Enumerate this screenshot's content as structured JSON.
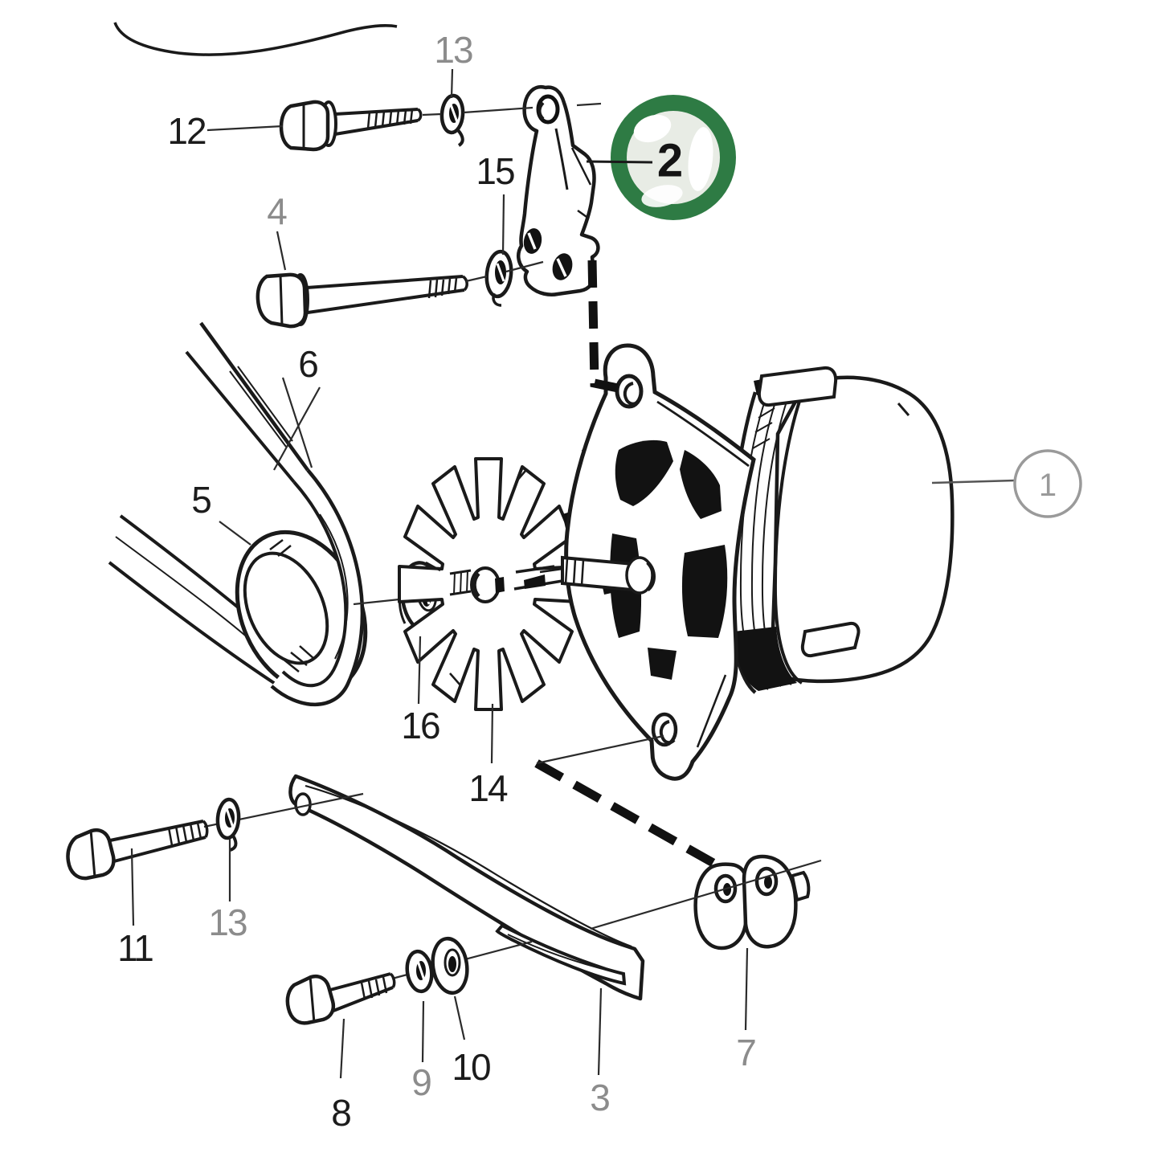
{
  "diagram": {
    "description": "Exploded line-art parts diagram of an alternator assembly with mounting hardware; callout 2 is highlighted with a green magnifier ring and callout 1 is shown in an outlined circle.",
    "background_color": "#ffffff",
    "line_color": "#1a1a1a",
    "label_color_black": "#1c1c1c",
    "label_color_gray": "#8c8c8c",
    "highlight": {
      "label": "2",
      "ring_color": "#2e7b44",
      "inner_fill": "#e8ece5"
    },
    "reference_circle": {
      "label": "1",
      "ring_color": "#9a9a9a"
    },
    "callouts": [
      {
        "part": "12",
        "tone": "black"
      },
      {
        "part": "13",
        "tone": "gray"
      },
      {
        "part": "15",
        "tone": "black"
      },
      {
        "part": "4",
        "tone": "gray"
      },
      {
        "part": "2",
        "tone": "black",
        "highlighted": true
      },
      {
        "part": "6",
        "tone": "black"
      },
      {
        "part": "5",
        "tone": "black"
      },
      {
        "part": "1",
        "tone": "gray",
        "circled": true
      },
      {
        "part": "16",
        "tone": "black"
      },
      {
        "part": "14",
        "tone": "black"
      },
      {
        "part": "11",
        "tone": "black"
      },
      {
        "part": "13",
        "tone": "gray"
      },
      {
        "part": "8",
        "tone": "black"
      },
      {
        "part": "9",
        "tone": "gray"
      },
      {
        "part": "10",
        "tone": "black"
      },
      {
        "part": "3",
        "tone": "gray"
      },
      {
        "part": "7",
        "tone": "gray"
      }
    ]
  }
}
